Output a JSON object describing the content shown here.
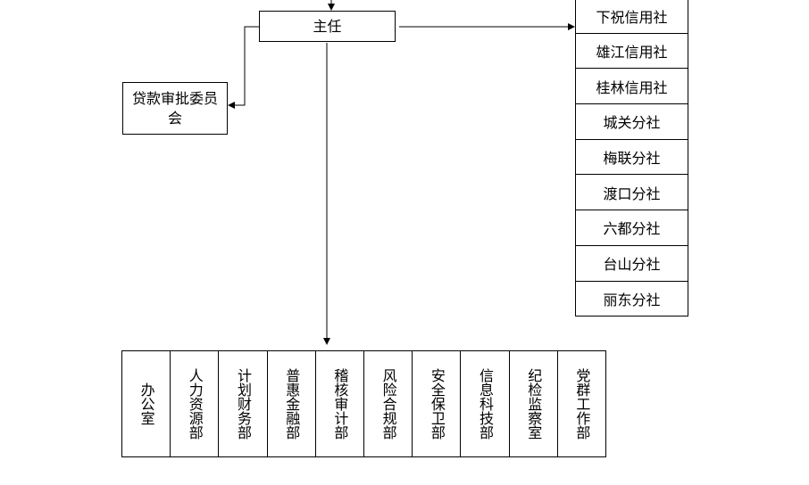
{
  "director": {
    "label": "主任"
  },
  "committee": {
    "label": "贷款审批委员会"
  },
  "branches": [
    "下祝信用社",
    "雄江信用社",
    "桂林信用社",
    "城关分社",
    "梅联分社",
    "渡口分社",
    "六都分社",
    "台山分社",
    "丽东分社"
  ],
  "departments": [
    "办公室",
    "人力资源部",
    "计划财务部",
    "普惠金融部",
    "稽核审计部",
    "风险合规部",
    "安全保卫部",
    "信息科技部",
    "纪检监察室",
    "党群工作部"
  ]
}
